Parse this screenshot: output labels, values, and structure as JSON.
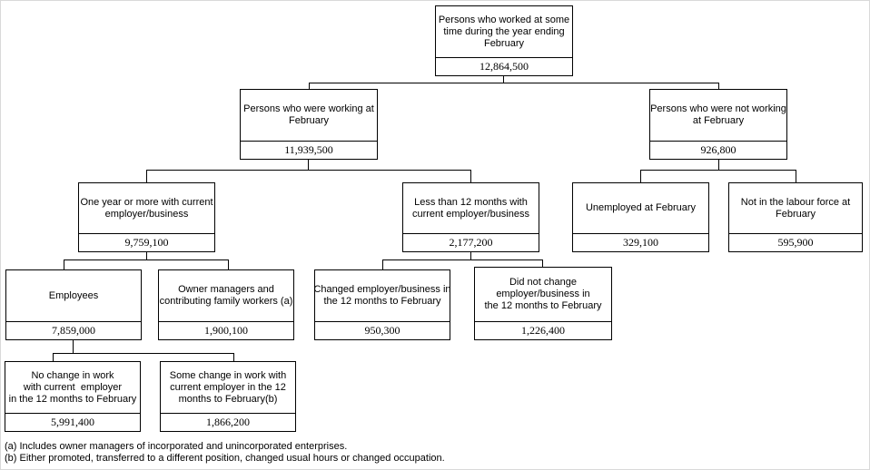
{
  "diagram": {
    "type": "tree",
    "description_edges": [
      {
        "parent": "root",
        "children": [
          "working",
          "not_working"
        ]
      },
      {
        "parent": "working",
        "children": [
          "one_year_plus",
          "less_12_months"
        ]
      },
      {
        "parent": "not_working",
        "children": [
          "unemployed",
          "not_in_labour_force"
        ]
      },
      {
        "parent": "one_year_plus",
        "children": [
          "employees",
          "owner_managers"
        ]
      },
      {
        "parent": "less_12_months",
        "children": [
          "changed_employer",
          "did_not_change"
        ]
      },
      {
        "parent": "employees",
        "children": [
          "no_change_work",
          "some_change_work"
        ]
      }
    ]
  },
  "nodes": {
    "root": {
      "label": "Persons who worked at some\ntime during the year ending\nFebruary",
      "value": "12,864,500"
    },
    "working": {
      "label": "Persons who were working at\nFebruary",
      "value": "11,939,500"
    },
    "not_working": {
      "label": "Persons who were not working\nat February",
      "value": "926,800"
    },
    "one_year_plus": {
      "label": "One year or more with current\nemployer/business",
      "value": "9,759,100"
    },
    "less_12_months": {
      "label": "Less than 12 months with\ncurrent employer/business",
      "value": "2,177,200"
    },
    "unemployed": {
      "label": "Unemployed at February",
      "value": "329,100"
    },
    "not_in_labour_force": {
      "label": "Not in the labour force at\nFebruary",
      "value": "595,900"
    },
    "employees": {
      "label": "Employees",
      "value": "7,859,000"
    },
    "owner_managers": {
      "label": "Owner managers and\ncontributing family workers (a)",
      "value": "1,900,100"
    },
    "changed_employer": {
      "label": "Changed employer/business in\nthe 12 months to February",
      "value": "950,300"
    },
    "did_not_change": {
      "label": "Did not change\nemployer/business in\nthe 12 months to February",
      "value": "1,226,400"
    },
    "no_change_work": {
      "label": "No change in work\nwith current  employer\nin the 12 months to February",
      "value": "5,991,400"
    },
    "some_change_work": {
      "label": "Some change in work with\ncurrent employer in the 12\nmonths to February(b)",
      "value": "1,866,200"
    }
  },
  "footnotes": [
    "(a) Includes owner managers of incorporated and unincorporated enterprises.",
    "(b) Either promoted, transferred to a different position, changed usual hours or changed occupation."
  ],
  "colors": {
    "border": "#000000",
    "text": "#000000",
    "background": "#ffffff"
  }
}
